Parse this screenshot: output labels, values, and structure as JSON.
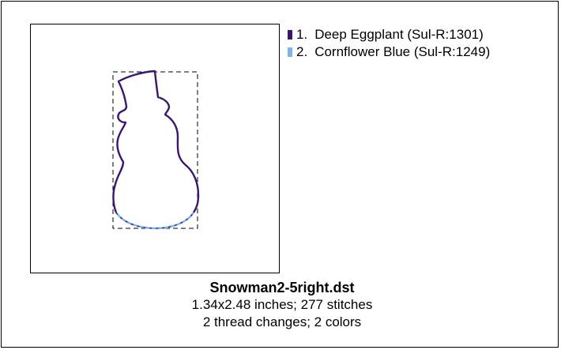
{
  "legend": {
    "items": [
      {
        "number": "1.",
        "name": "Deep Eggplant (Sul-R:1301)",
        "color": "#3a1670"
      },
      {
        "number": "2.",
        "name": "Cornflower Blue (Sul-R:1249)",
        "color": "#7fb4e8"
      }
    ]
  },
  "info": {
    "filename": "Snowman2-5right.dst",
    "size_line": "1.34x2.48 inches; 277 stitches",
    "thread_line": "2 thread changes; 2 colors"
  }
}
